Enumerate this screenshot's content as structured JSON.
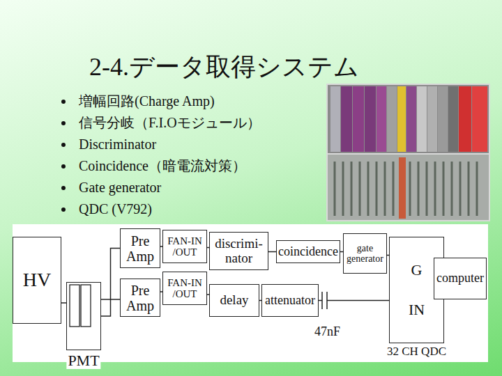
{
  "diagram": {
    "title": "2-4.データ取得システム",
    "nodes": [
      {
        "text": [
          "HV"
        ]
      },
      {
        "text": [
          "PMT"
        ]
      },
      {
        "text": [
          "Pre Amp"
        ]
      },
      {
        "text": [
          "FAN-IN /OUT"
        ]
      },
      {
        "text": [
          "discrimi- nator"
        ]
      },
      {
        "text": [
          "coincidence"
        ]
      },
      {
        "text": [
          "gate generator"
        ]
      },
      {
        "text": [
          "G",
          "IN",
          "32 CH QDC"
        ]
      },
      {
        "text": [
          "computer"
        ]
      },
      {
        "text": [
          "Pre Amp"
        ]
      },
      {
        "text": [
          "FAN-IN /OUT"
        ]
      },
      {
        "text": [
          "delay"
        ]
      },
      {
        "text": [
          "attenuator"
        ]
      }
    ],
    "edges": [
      {
        "from": 0,
        "to": 1,
        "arrow": "none"
      },
      {
        "from": 1,
        "to": 2,
        "arrow": "none"
      },
      {
        "from": 1,
        "to": 9,
        "arrow": "none"
      },
      {
        "from": 2,
        "to": 3,
        "arrow": "none"
      },
      {
        "from": 3,
        "to": 4,
        "arrow": "none"
      },
      {
        "from": 4,
        "to": 5,
        "arrow": "none"
      },
      {
        "from": 5,
        "to": 6,
        "arrow": "none"
      },
      {
        "from": 6,
        "to": 7,
        "arrow": "none"
      },
      {
        "from": 7,
        "to": 8,
        "arrow": "none"
      },
      {
        "from": 9,
        "to": 10,
        "arrow": "none"
      },
      {
        "from": 10,
        "to": 11,
        "arrow": "none"
      },
      {
        "from": 11,
        "to": 12,
        "arrow": "none"
      },
      {
        "from": 12,
        "to": 7,
        "arrow": "none"
      }
    ],
    "labels": [
      "増幅回路(Charge Amp)",
      "信号分岐（F.I.Oモジュール）",
      "Discriminator",
      "Coincidence（暗電流対策）",
      "Gate generator",
      "QDC (V792)",
      "47nF"
    ]
  }
}
